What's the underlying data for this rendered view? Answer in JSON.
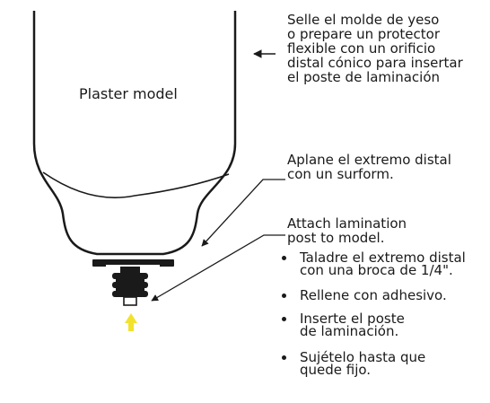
{
  "labels": {
    "model": "Plaster model",
    "seal_note": [
      "Selle el molde de yeso",
      "o prepare un protector",
      "flexible con un orificio",
      "distal cónico para insertar",
      "el poste de laminación"
    ],
    "flatten_note": [
      "Aplane el extremo distal",
      "con un surform."
    ],
    "attach_note": [
      "Attach lamination",
      "post to model."
    ]
  },
  "steps": [
    [
      "Taladre el extremo distal",
      "con una broca de 1/4\"."
    ],
    [
      "Rellene con adhesivo."
    ],
    [
      "Inserte el poste",
      "de laminación."
    ],
    [
      "Sujételo hasta que",
      "quede fijo."
    ]
  ],
  "colors": {
    "line": "#1a1a1a",
    "arrow_up": "#f2e22e",
    "background": "#ffffff"
  }
}
